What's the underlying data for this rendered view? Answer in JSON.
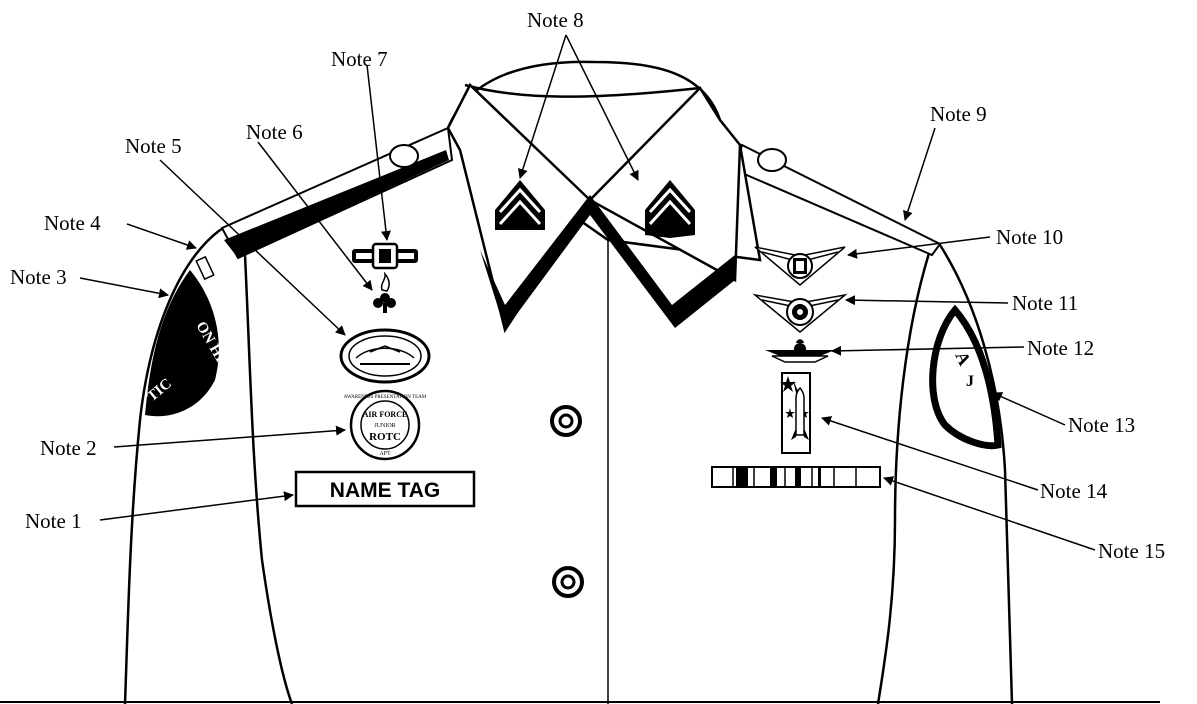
{
  "notes": {
    "n1": "Note 1",
    "n2": "Note 2",
    "n3": "Note 3",
    "n4": "Note 4",
    "n5": "Note 5",
    "n6": "Note 6",
    "n7": "Note 7",
    "n8": "Note 8",
    "n9": "Note 9",
    "n10": "Note 10",
    "n11": "Note 11",
    "n12": "Note 12",
    "n13": "Note 13",
    "n14": "Note 14",
    "n15": "Note 15"
  },
  "name_tag": "NAME TAG",
  "badge": {
    "top_arc": "AWARENESS PRESENTATION TEAM",
    "line1": "AIR FORCE",
    "line2": "JUNIOR",
    "line3": "ROTC",
    "bottom": "APT"
  },
  "left_patch": {
    "text1": "ON HIGH",
    "text2": "TIC"
  },
  "right_patch": {
    "text1": "A",
    "text2": "J"
  },
  "colors": {
    "ink": "#000000",
    "paper": "#ffffff"
  }
}
